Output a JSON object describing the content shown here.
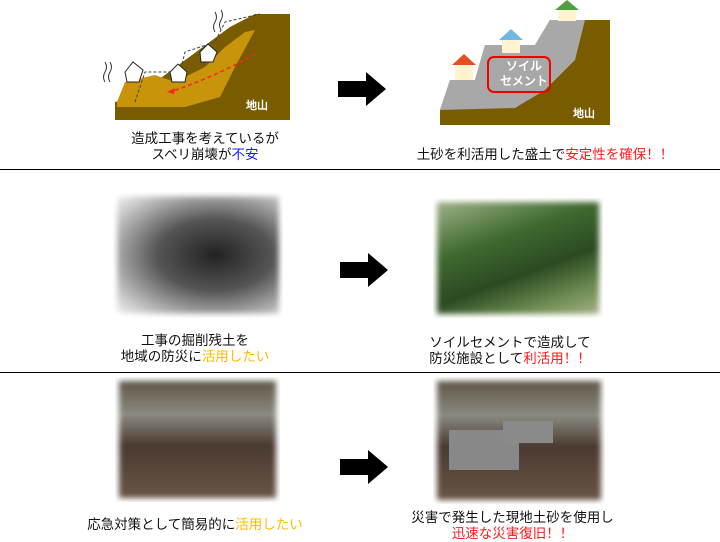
{
  "rows": [
    {
      "left_caption": {
        "line1": "造成工事を考えているが",
        "line2_plain": "スベリ崩壊が",
        "line2_highlight": "不安"
      },
      "left_image": {
        "ground_label": "地山"
      },
      "right_image": {
        "ground_label": "地山",
        "box_line1": "ソイル",
        "box_line2": "セメント"
      },
      "right_caption": {
        "plain": "土砂を利活用した盛土で",
        "highlight": "安定性を確保！！"
      }
    },
    {
      "left_caption": {
        "line1": "工事の掘削残土を",
        "line2_plain": "地域の防災に",
        "line2_highlight": "活用したい"
      },
      "right_caption": {
        "line1": "ソイルセメントで造成して",
        "line2_plain": "防災施設として",
        "line2_highlight": "利活用！！"
      }
    },
    {
      "left_caption": {
        "plain": "応急対策として簡易的に",
        "highlight": "活用したい"
      },
      "right_caption": {
        "line1": "災害で発生した現地土砂を使用し",
        "line2_highlight": "迅速な災害復旧！！"
      }
    }
  ],
  "colors": {
    "red": "#ff1a1a",
    "blue": "#1a1aff",
    "yellow": "#ffbb00",
    "soil": "#c8940a",
    "bedrock": "#7a5c00",
    "fill": "#a8a8a8"
  }
}
